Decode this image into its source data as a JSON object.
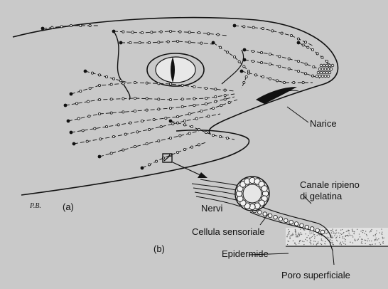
{
  "figure": {
    "panel_a": "(a)",
    "panel_b": "(b)",
    "signature": "P.B."
  },
  "labels": {
    "narice": "Narice",
    "canale_line1": "Canale ripieno",
    "canale_line2": "di gelatina",
    "nervi": "Nervi",
    "cellula": "Cellula sensoriale",
    "epidermide": "Epidermide",
    "poro": "Poro superficiale"
  },
  "colors": {
    "background": "#c9c9c9",
    "ink": "#111111"
  }
}
